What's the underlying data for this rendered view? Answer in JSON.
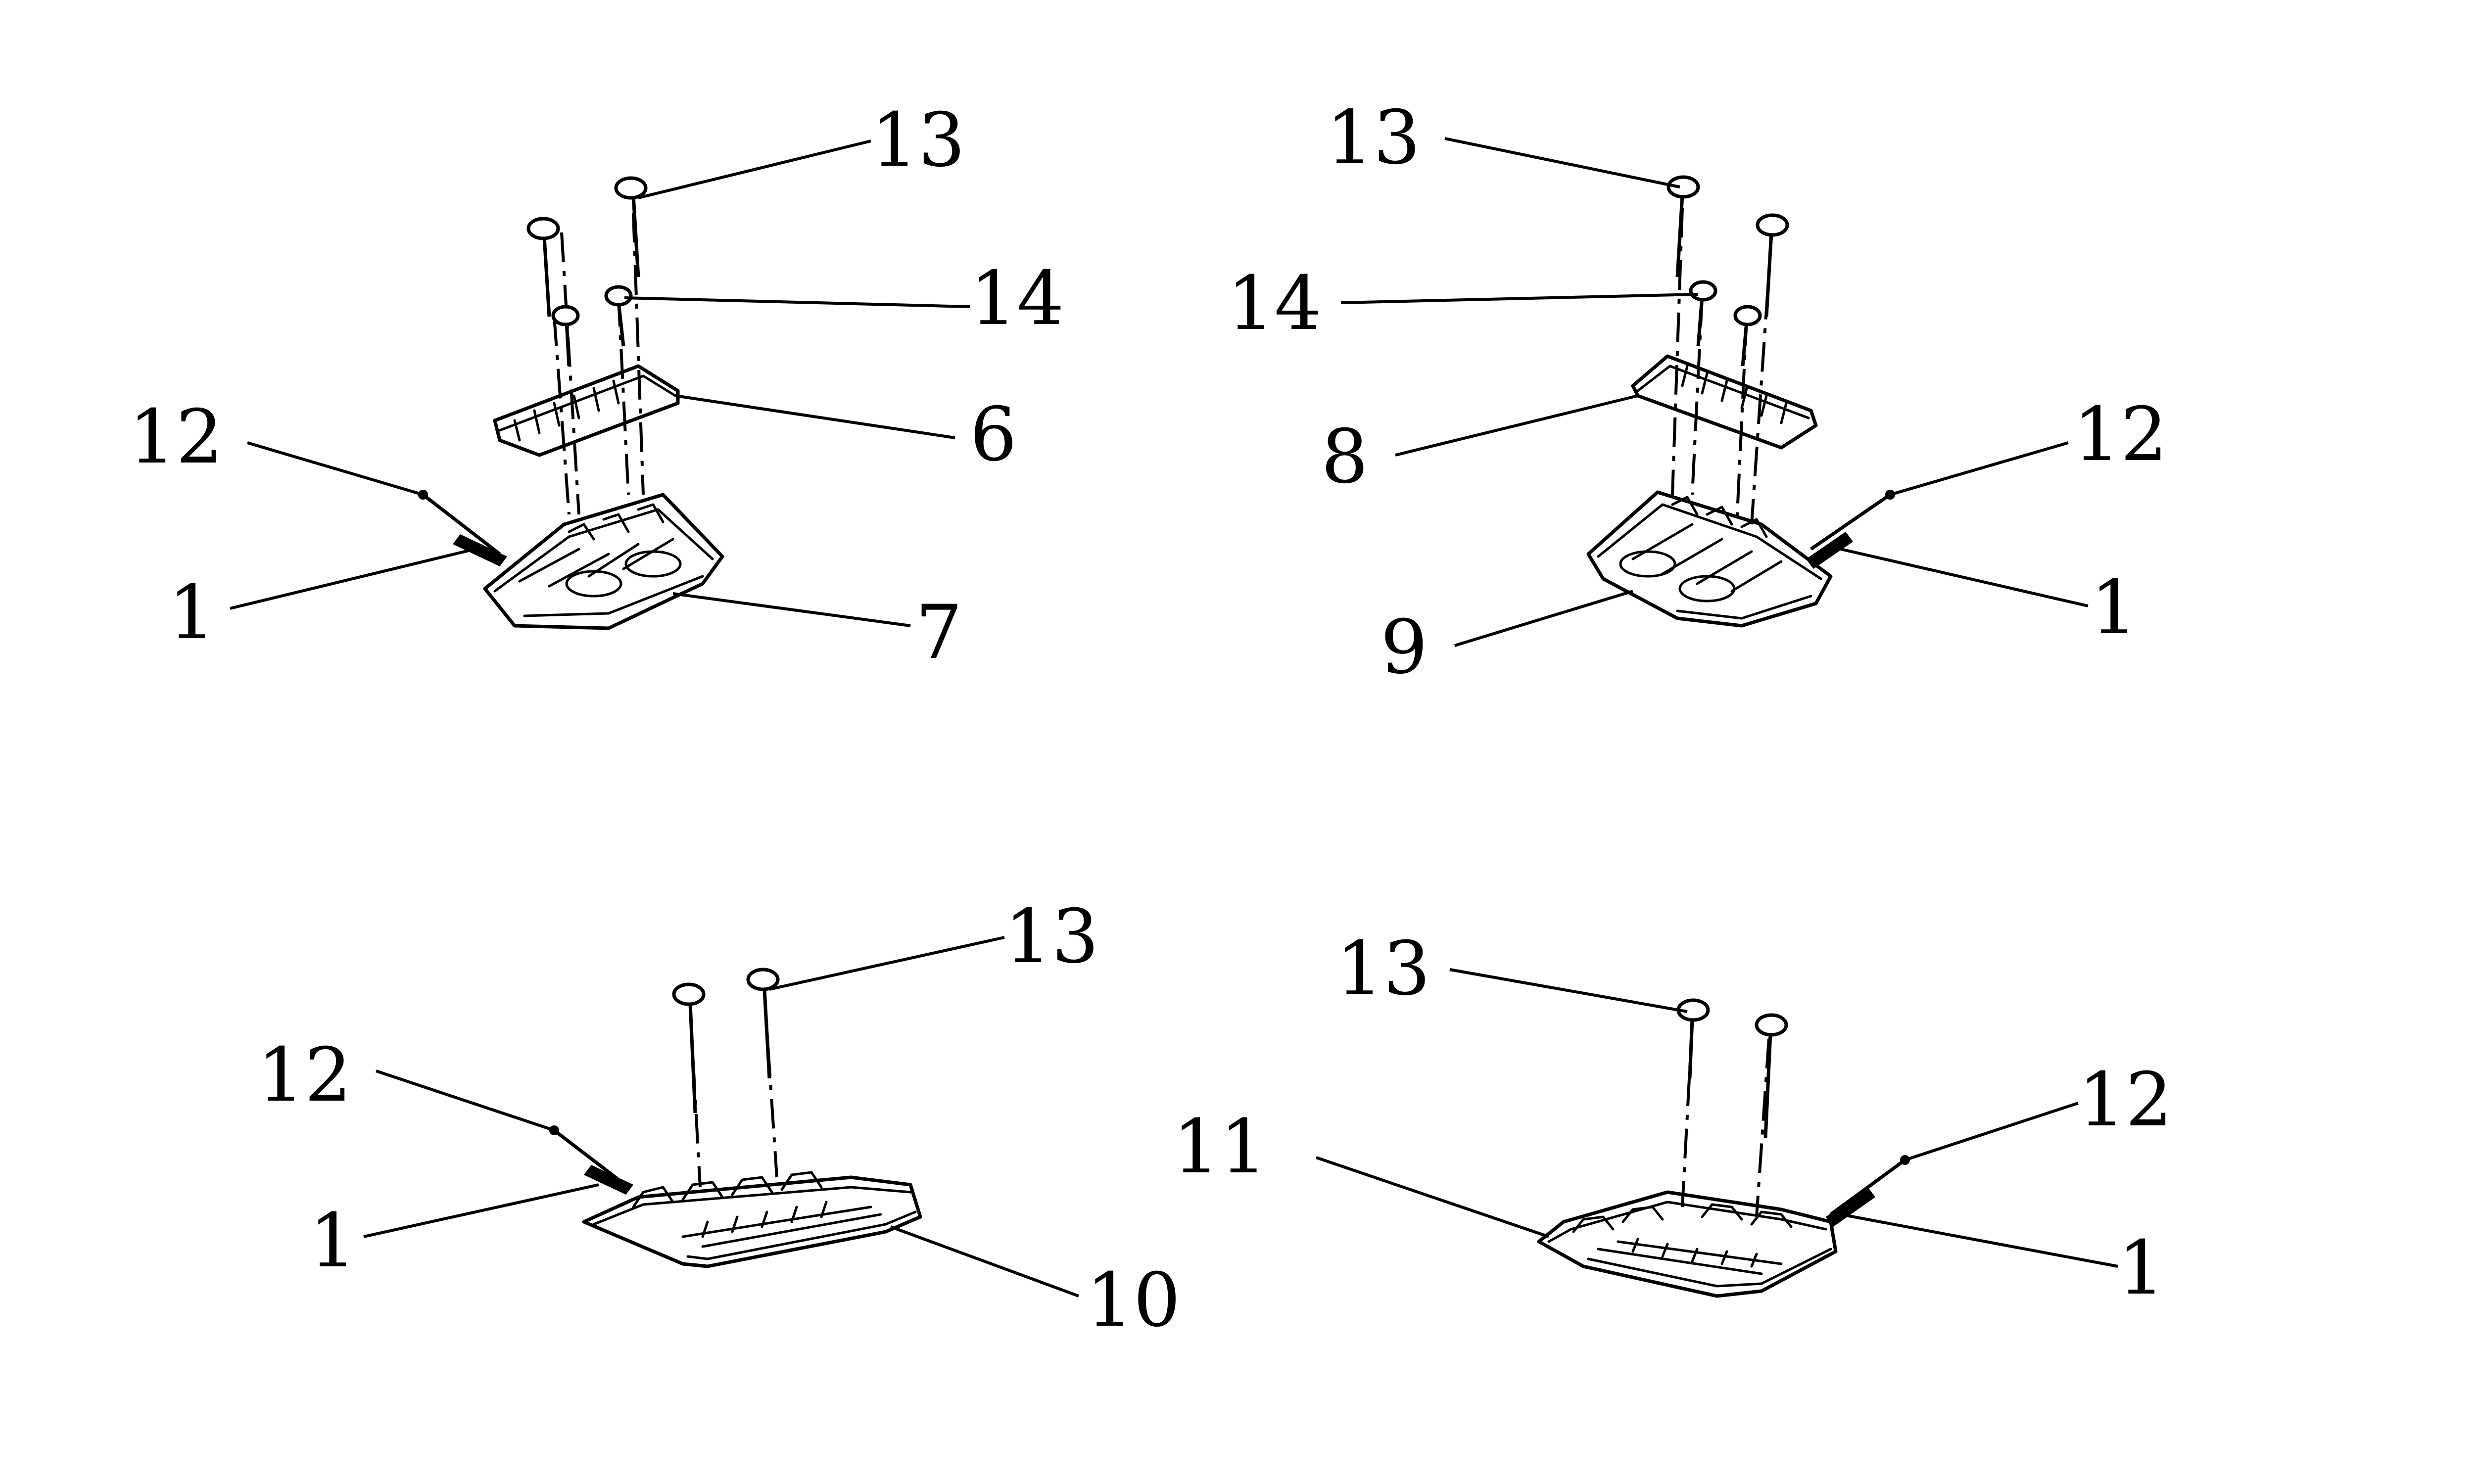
{
  "callouts": {
    "tl_13": "13",
    "tl_14": "14",
    "tl_6": "6",
    "tl_12": "12",
    "tl_1": "1",
    "tl_7": "7",
    "tr_13": "13",
    "tr_14": "14",
    "tr_8": "8",
    "tr_12": "12",
    "tr_1": "1",
    "tr_9": "9",
    "bl_13": "13",
    "bl_12": "12",
    "bl_1": "1",
    "bl_10": "10",
    "br_13": "13",
    "br_11": "11",
    "br_12": "12",
    "br_1": "1"
  },
  "colors": {
    "line": "#000000",
    "background": "#ffffff"
  }
}
